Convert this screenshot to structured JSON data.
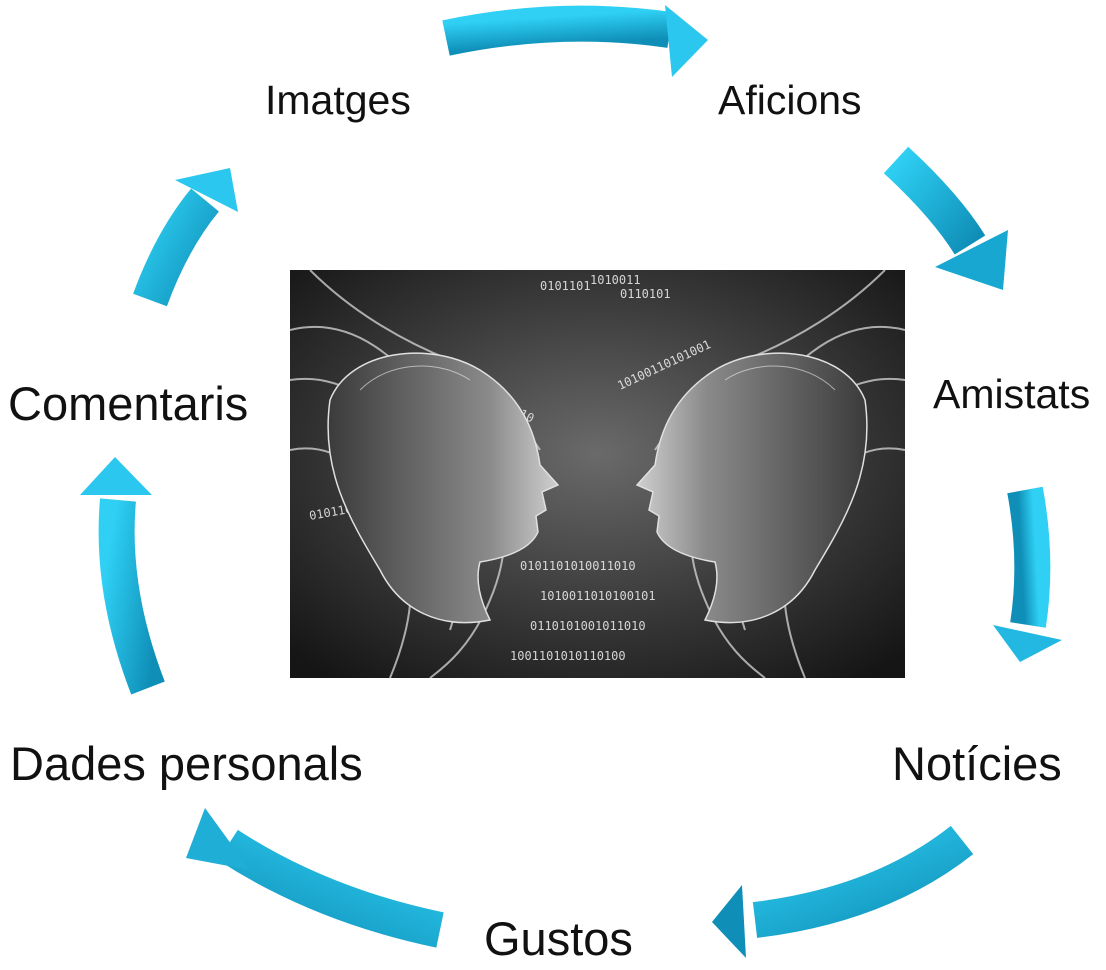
{
  "diagram": {
    "labels": {
      "imatges": "Imatges",
      "aficions": "Aficions",
      "amistats": "Amistats",
      "noticies": "Notícies",
      "gustos": "Gustos",
      "dades_personals": "Dades personals",
      "comentaris": "Comentaris"
    },
    "colors": {
      "arrow_light": "#2fd0f4",
      "arrow_dark": "#0f8fb8",
      "text": "#111111",
      "image_bg": "#2a2a2a"
    },
    "center_image": {
      "icon": "twin-digital-heads-image",
      "binary_text": "0101101010011010"
    }
  }
}
